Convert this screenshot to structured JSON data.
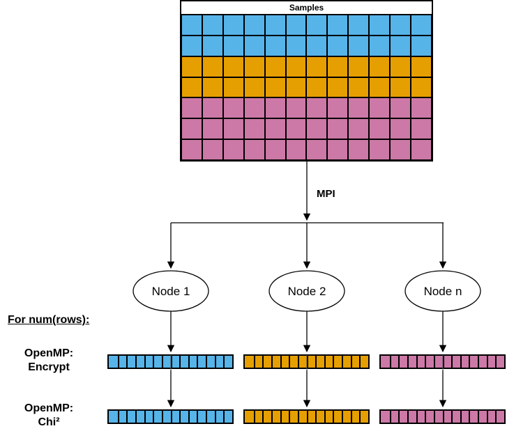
{
  "palette": {
    "blue": "#56B4E9",
    "orange": "#E69F00",
    "pink": "#CC79A7",
    "line": "#000000"
  },
  "samples_table": {
    "title": "Samples",
    "columns": 12,
    "row_colors": [
      "blue",
      "blue",
      "orange",
      "orange",
      "pink",
      "pink",
      "pink"
    ]
  },
  "mpi_label": "MPI",
  "nodes": [
    {
      "label": "Node 1",
      "color": "blue"
    },
    {
      "label": "Node 2",
      "color": "orange"
    },
    {
      "label": "Node n",
      "color": "pink"
    }
  ],
  "left_labels": {
    "loop": "For num(rows):",
    "encrypt": [
      "OpenMP:",
      "Encrypt"
    ],
    "chi": [
      "OpenMP:",
      "Chi²"
    ]
  },
  "bars": {
    "cells_per_bar": 14,
    "rows": [
      {
        "name": "encrypt",
        "colors": [
          "blue",
          "orange",
          "pink"
        ]
      },
      {
        "name": "chi",
        "colors": [
          "blue",
          "orange",
          "pink"
        ]
      }
    ]
  }
}
